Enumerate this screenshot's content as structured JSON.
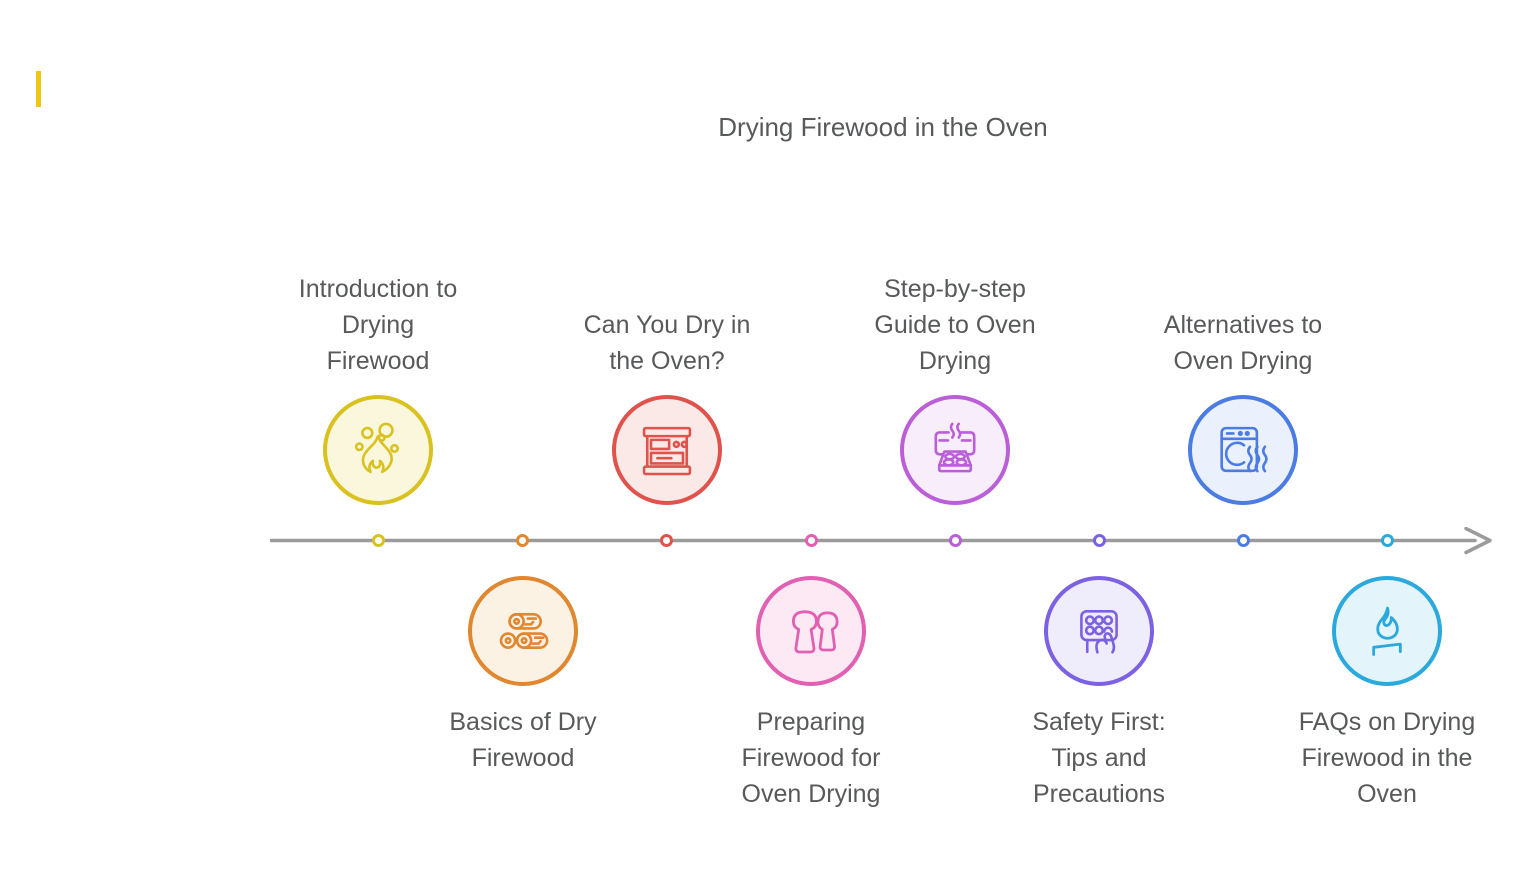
{
  "page": {
    "accent_bar_color": "#E9C915",
    "text_color": "#58595B",
    "line_color": "#9B9B9B"
  },
  "title": "Drying Firewood in the Oven",
  "timeline": {
    "direction": "left-to-right",
    "arrow": "right",
    "dot_count": 8
  },
  "milestones": [
    {
      "label": "Introduction to\nDrying\nFirewood",
      "position": "above",
      "icon": "fire-bubbles-icon",
      "color": "#D9C21F",
      "fill": "#FAF7DC"
    },
    {
      "label": "Basics of Dry\nFirewood",
      "position": "below",
      "icon": "firewood-logs-icon",
      "color": "#E0872F",
      "fill": "#FCF2E4"
    },
    {
      "label": "Can You Dry in\nthe Oven?",
      "position": "above",
      "icon": "oven-icon",
      "color": "#E0524C",
      "fill": "#FBE9E7"
    },
    {
      "label": "Preparing\nFirewood for\nOven Drying",
      "position": "below",
      "icon": "bread-loaves-icon",
      "color": "#E160B1",
      "fill": "#FCE9F4"
    },
    {
      "label": "Step-by-step\nGuide to Oven\nDrying",
      "position": "above",
      "icon": "oven-tray-steam-icon",
      "color": "#BB5FD9",
      "fill": "#F8EEFB"
    },
    {
      "label": "Safety First:\nTips and\nPrecautions",
      "position": "below",
      "icon": "keypad-hand-icon",
      "color": "#7C62E2",
      "fill": "#EFEDFB"
    },
    {
      "label": "Alternatives to\nOven Drying",
      "position": "above",
      "icon": "dryer-heat-icon",
      "color": "#4B7CE3",
      "fill": "#EAF0FC"
    },
    {
      "label": "FAQs on Drying\nFirewood in the\nOven",
      "position": "below",
      "icon": "flame-stand-icon",
      "color": "#2BA9DC",
      "fill": "#E3F4FA"
    }
  ]
}
